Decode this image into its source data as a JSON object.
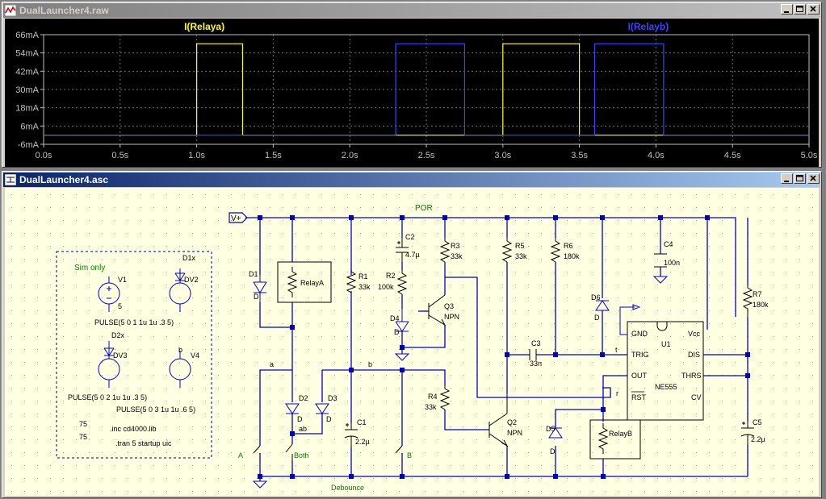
{
  "waveform_window": {
    "title": "DualLauncher4.raw",
    "traces": [
      {
        "label": "I(Relaya)",
        "color": "#ffff00",
        "pulses": [
          [
            1.0,
            1.3
          ],
          [
            3.0,
            3.5
          ]
        ]
      },
      {
        "label": "I(Relayb)",
        "color": "#4040ff",
        "pulses": [
          [
            2.3,
            2.75
          ],
          [
            3.6,
            4.05
          ]
        ]
      }
    ],
    "y_ticks": [
      "66mA",
      "54mA",
      "42mA",
      "30mA",
      "18mA",
      "6mA",
      "-6mA"
    ],
    "x_ticks": [
      "0.0s",
      "0.5s",
      "1.0s",
      "1.5s",
      "2.0s",
      "2.5s",
      "3.0s",
      "3.5s",
      "4.0s",
      "4.5s",
      "5.0s"
    ],
    "pulse_high": 60,
    "baseline": 0,
    "ylim": [
      -6,
      66
    ],
    "xlim": [
      0,
      5
    ]
  },
  "schematic_window": {
    "title": "DualLauncher4.asc",
    "labels": {
      "vplus": "V+",
      "por": "POR",
      "sim_only": "Sim only",
      "v1": "V1",
      "v1_val": "5",
      "d1x": "D1x",
      "dv2": "DV2",
      "pulse1": "PULSE(5 0 1 1u 1u .3 5)",
      "d2x": "D2x",
      "dv3": "DV3",
      "v4": "V4",
      "v4_node": "b",
      "pulse2": "PULSE(5 0 2 1u 1u .3 5)",
      "pulse3": "PULSE(5 0 3 1u 1u .6 5)",
      "n75a": "75",
      "n75b": "75",
      "inc": ".inc cd4000.lib",
      "tran": ".tran 5 startup uic",
      "d1": "D1",
      "d1_model": "D",
      "relaya": "RelayA",
      "r1": "R1",
      "r1_val": "33k",
      "c2": "C2",
      "c2_val": "4.7µ",
      "r2": "R2",
      "r2_val": "100k",
      "d4": "D4",
      "d4_model": "D",
      "r3": "R3",
      "r3_val": "33k",
      "q3": "Q3",
      "q3_type": "NPN",
      "r5": "R5",
      "r5_val": "33k",
      "r6": "R6",
      "r6_val": "180k",
      "c4": "C4",
      "c4_val": "100n",
      "d6": "D6",
      "d6_model": "D",
      "r7": "R7",
      "r7_val": "180k",
      "node_a": "a",
      "node_b": "b",
      "c3": "C3",
      "c3_val": "33n",
      "node_t": "t",
      "gnd": "GND",
      "vcc": "Vcc",
      "u1": "U1",
      "trig": "TRIG",
      "dis": "DIS",
      "out": "OUT",
      "thrs": "THRS",
      "ne555": "NE555",
      "node_r": "r",
      "rst": "RST",
      "cv": "CV",
      "d2": "D2",
      "d2_model": "D",
      "d3": "D3",
      "d3_model": "D",
      "r4": "R4",
      "r4_val": "33k",
      "node_ab": "ab",
      "c1": "C1",
      "c1_val": "2.2µ",
      "q2": "Q2",
      "q2_type": "NPN",
      "d5": "D5",
      "d5_model": "D",
      "relayb": "RelayB",
      "c5": "C5",
      "c5_val": "2.2µ",
      "sw_a": "A",
      "sw_both": "Both",
      "sw_b": "B",
      "debounce": "Debounce"
    }
  }
}
